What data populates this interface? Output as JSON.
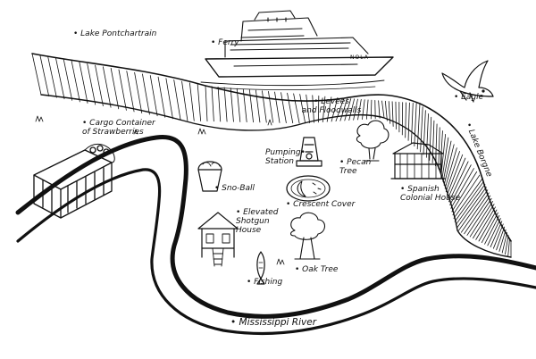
{
  "map": {
    "labels": {
      "lake_pontchartrain": "• Lake Pontchartrain",
      "ferry": "• Ferry",
      "levees": "• Levees\nand Floodwalls",
      "eagle": "• Eagle",
      "lake_borgne": "• Lake Borgne",
      "cargo_container": "• Cargo Container\nof Strawberries",
      "pumping_station": "Pumping•\nStation",
      "pecan_tree": "• Pecan\nTree",
      "sno_ball": "• Sno-Ball",
      "crescent_cover": "• Crescent Cover",
      "spanish_house": "• Spanish\nColonial House",
      "shotgun_house": "• Elevated\nShotgun\nHouse",
      "fishing": "• Fishing",
      "oak_tree": "• Oak Tree",
      "mississippi": "• Mississippi River"
    },
    "boat_text": "NOLA",
    "colors": {
      "ink": "#111111",
      "paper": "#ffffff"
    },
    "icons": [
      "ferry-icon",
      "eagle-icon",
      "cargo-container-icon",
      "pumping-station-icon",
      "pecan-tree-icon",
      "sno-ball-icon",
      "crescent-cover-icon",
      "spanish-house-icon",
      "shotgun-house-icon",
      "fishing-icon",
      "oak-tree-icon"
    ]
  }
}
